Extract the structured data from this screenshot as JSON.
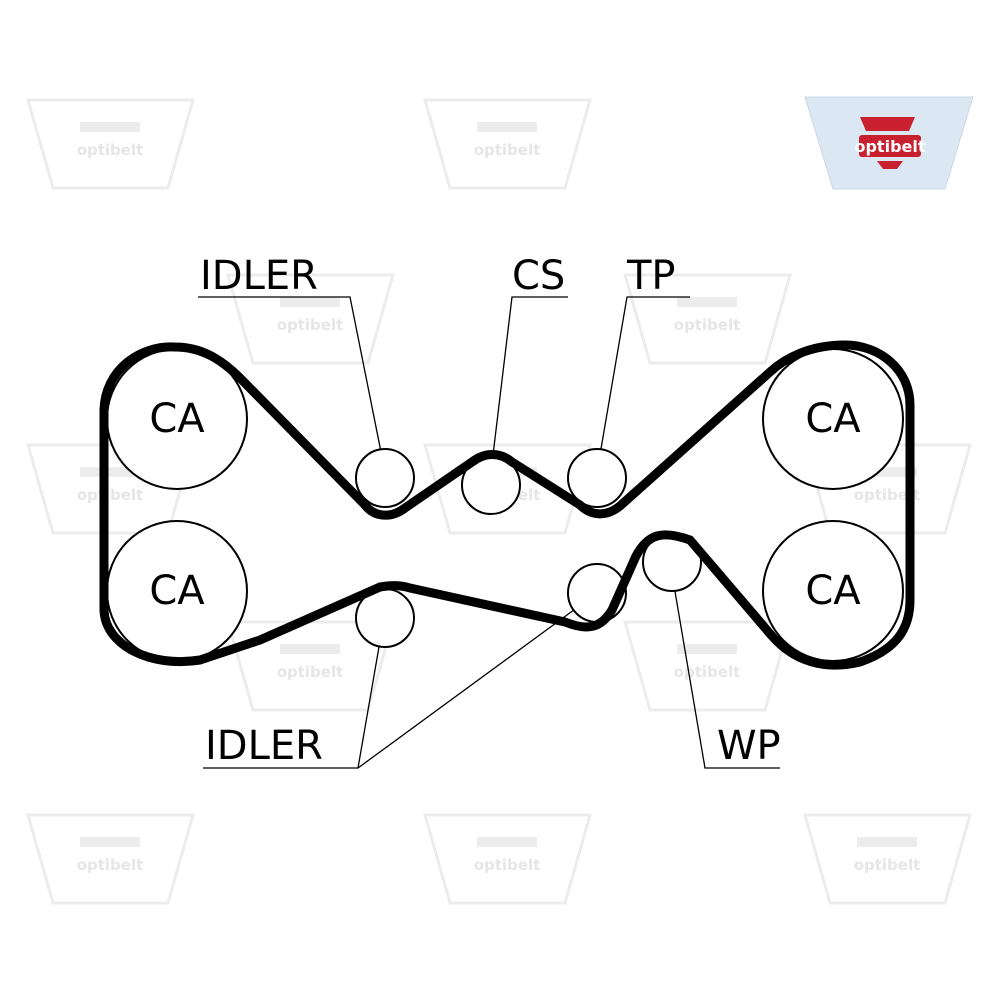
{
  "brand": {
    "logo_text": "optibelt",
    "logo_colors": {
      "background": "#dbe7f3",
      "badge": "#c8202f",
      "text": "#ffffff"
    },
    "watermark_text": "optibelt"
  },
  "pulleys": {
    "ca_top_left": "CA",
    "ca_bottom_left": "CA",
    "ca_top_right": "CA",
    "ca_bottom_right": "CA"
  },
  "labels": {
    "idler_top": "IDLER",
    "cs": "CS",
    "tp": "TP",
    "idler_bottom": "IDLER",
    "wp": "WP"
  },
  "colors": {
    "belt": "#000000",
    "watermark": "#ececec"
  }
}
